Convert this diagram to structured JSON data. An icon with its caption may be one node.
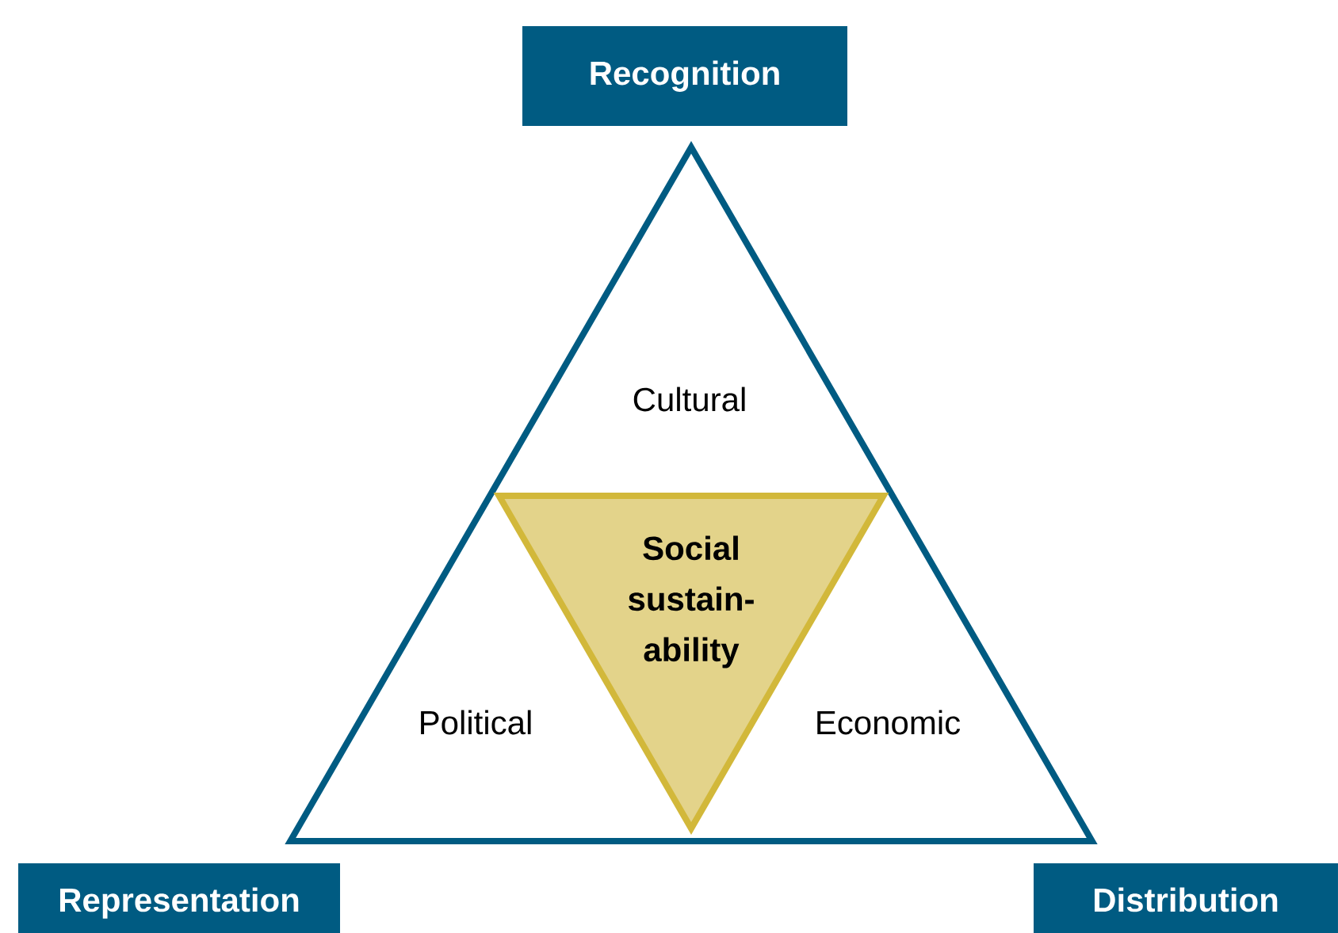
{
  "diagram": {
    "nodes": [
      {
        "text": [
          "Recognition"
        ]
      },
      {
        "text": [],
        "shape": "triangle"
      },
      {
        "text": [
          "Social sustain- ability"
        ],
        "in": 1
      },
      {
        "text": [
          "Representation"
        ]
      },
      {
        "text": [
          "Distribution"
        ]
      }
    ],
    "labels": [
      "Cultural",
      "Political",
      "Economic"
    ]
  }
}
